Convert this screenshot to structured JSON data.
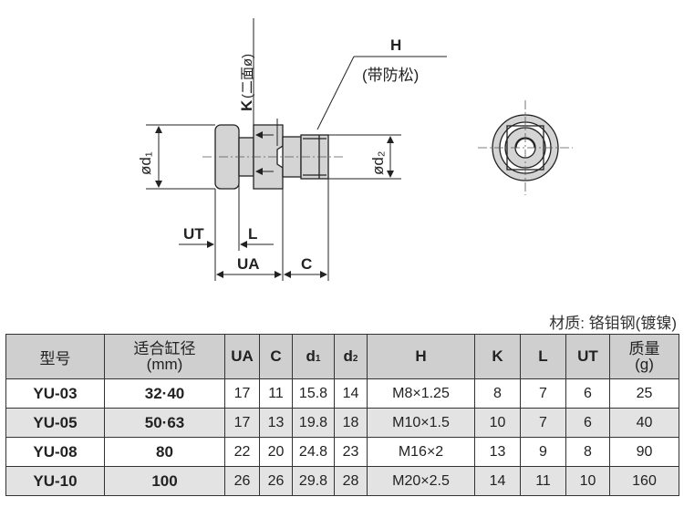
{
  "drawing": {
    "labels": {
      "k": "K",
      "k_note": "(二面ø)",
      "h": "H",
      "h_note": "(带防松)",
      "d1": "ød₁",
      "d2": "ød₂",
      "ut": "UT",
      "l": "L",
      "ua": "UA",
      "c": "C"
    }
  },
  "material": "材质: 铬钼钢(镀镍)",
  "table": {
    "headers": {
      "model": "型号",
      "bore_line1": "适合缸径",
      "bore_line2": "(mm)",
      "ua": "UA",
      "c": "C",
      "d1": "d",
      "d1_sub": "1",
      "d2": "d",
      "d2_sub": "2",
      "h": "H",
      "k": "K",
      "l": "L",
      "ut": "UT",
      "mass_line1": "质量",
      "mass_line2": "(g)"
    },
    "rows": [
      {
        "model": "YU-03",
        "bore": "32·40",
        "ua": "17",
        "c": "11",
        "d1": "15.8",
        "d2": "14",
        "h": "M8×1.25",
        "k": "8",
        "l": "7",
        "ut": "6",
        "mass": "25"
      },
      {
        "model": "YU-05",
        "bore": "50·63",
        "ua": "17",
        "c": "13",
        "d1": "19.8",
        "d2": "18",
        "h": "M10×1.5",
        "k": "10",
        "l": "7",
        "ut": "6",
        "mass": "40"
      },
      {
        "model": "YU-08",
        "bore": "80",
        "ua": "22",
        "c": "20",
        "d1": "24.8",
        "d2": "23",
        "h": "M16×2",
        "k": "13",
        "l": "9",
        "ut": "8",
        "mass": "90"
      },
      {
        "model": "YU-10",
        "bore": "100",
        "ua": "26",
        "c": "26",
        "d1": "29.8",
        "d2": "28",
        "h": "M20×2.5",
        "k": "14",
        "l": "11",
        "ut": "10",
        "mass": "160"
      }
    ]
  }
}
